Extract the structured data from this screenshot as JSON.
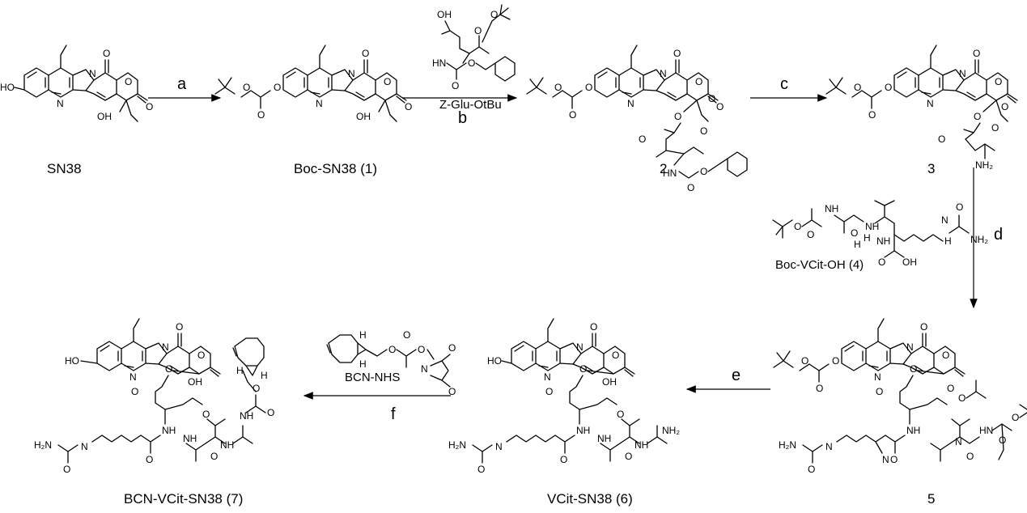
{
  "compounds": {
    "sn38": "SN38",
    "boc_sn38": "Boc-SN38 (1)",
    "c2": "2",
    "c3": "3",
    "boc_vcit": "Boc-VCit-OH (4)",
    "c5": "5",
    "vcit_sn38": "VCit-SN38 (6)",
    "bcn_vcit_sn38": "BCN-VCit-SN38 (7)"
  },
  "reagents": {
    "z_glu_otbu": "Z-Glu-OtBu",
    "bcn_nhs": "BCN-NHS"
  },
  "steps": [
    "a",
    "b",
    "c",
    "d",
    "e",
    "f"
  ],
  "atoms": {
    "HO": "HO",
    "N": "N",
    "O": "O",
    "OH": "OH",
    "NH": "NH",
    "NH2": "NH₂",
    "H2N": "H₂N",
    "H": "H",
    "HN": "HN"
  }
}
